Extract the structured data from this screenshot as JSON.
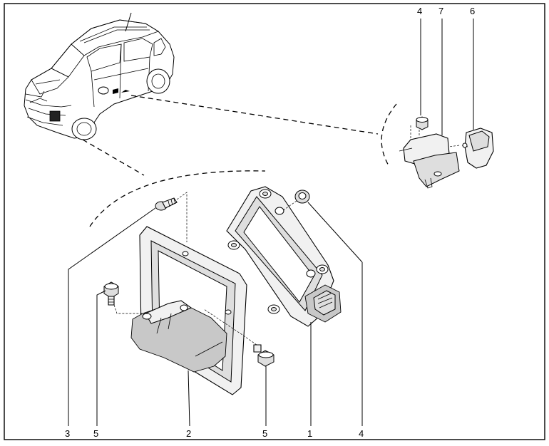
{
  "diagram": {
    "frame_color": "#000000",
    "callouts": [
      {
        "id": "c-top-4",
        "label": "4",
        "part": "nut"
      },
      {
        "id": "c-top-7",
        "label": "7",
        "part": "bracket"
      },
      {
        "id": "c-top-6",
        "label": "6",
        "part": "connector"
      },
      {
        "id": "c-bot-3",
        "label": "3",
        "part": "bolt"
      },
      {
        "id": "c-bot-5a",
        "label": "5",
        "part": "screw"
      },
      {
        "id": "c-bot-2",
        "label": "2",
        "part": "mounting-bracket"
      },
      {
        "id": "c-bot-5b",
        "label": "5",
        "part": "screw"
      },
      {
        "id": "c-bot-1",
        "label": "1",
        "part": "control-module"
      },
      {
        "id": "c-bot-4",
        "label": "4",
        "part": "nut"
      }
    ]
  }
}
